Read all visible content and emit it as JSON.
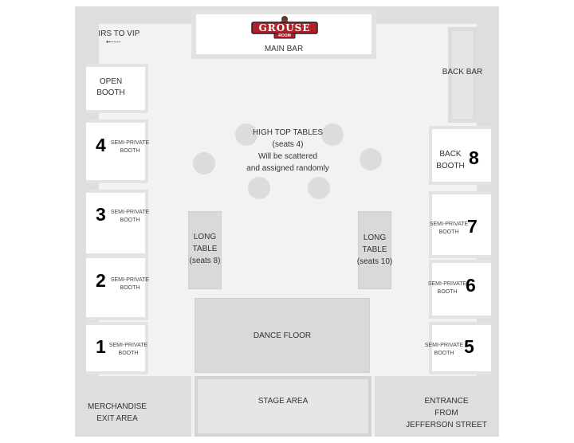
{
  "labels": {
    "stairs": "STAIRS TO VIP",
    "stairs_arrow": "←----",
    "main_bar": "MAIN BAR",
    "back_bar": "BACK BAR",
    "open_booth_1": "OPEN",
    "open_booth_2": "BOOTH",
    "high_top_1": "HIGH TOP TABLES",
    "high_top_2": "(seats 4)",
    "high_top_3": "Will be scattered",
    "high_top_4": "and assigned randomly",
    "long_left_1": "LONG",
    "long_left_2": "TABLE",
    "long_left_3": "(seats 8)",
    "long_right_1": "LONG",
    "long_right_2": "TABLE",
    "long_right_3": "(seats 10)",
    "dance_floor": "DANCE FLOOR",
    "stage": "STAGE AREA",
    "merch_1": "MERCHANDISE",
    "merch_2": "EXIT AREA",
    "entrance_1": "ENTRANCE",
    "entrance_2": "FROM",
    "entrance_3": "JEFFERSON STREET",
    "back_booth_1": "BACK",
    "back_booth_2": "BOOTH",
    "semi_1": "SEMI-PRIVATE",
    "semi_2": "BOOTH"
  },
  "logo": {
    "name": "GROUSE",
    "sub": "ROOM"
  },
  "booths_left": [
    "4",
    "3",
    "2",
    "1"
  ],
  "booths_right": [
    "7",
    "6",
    "5"
  ],
  "back_booth_number": "8",
  "colors": {
    "floor": "#f2f2f2",
    "wall": "#dedede",
    "logo_red": "#b3202a"
  }
}
